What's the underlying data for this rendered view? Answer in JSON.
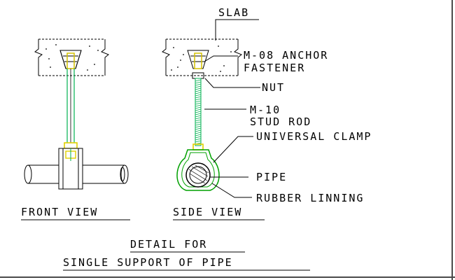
{
  "drawing": {
    "labels": {
      "slab": "SLAB",
      "anchor_line1": "M-08 ANCHOR",
      "anchor_line2": "FASTENER",
      "nut": "NUT",
      "stud_line1": "M-10",
      "stud_line2": "STUD ROD",
      "clamp": "UNIVERSAL CLAMP",
      "pipe": "PIPE",
      "rubber": "RUBBER LINNING"
    },
    "views": {
      "front": "FRONT VIEW",
      "side": "SIDE VIEW"
    },
    "title": {
      "line1": "DETAIL FOR",
      "line2": "SINGLE SUPPORT OF PIPE"
    },
    "colors": {
      "line": "#000000",
      "stud_rod": "#00b050",
      "anchor": "#d4c000",
      "clamp": "#00a000",
      "nut": "#e0d000",
      "frame": "#4a4a4a"
    }
  }
}
